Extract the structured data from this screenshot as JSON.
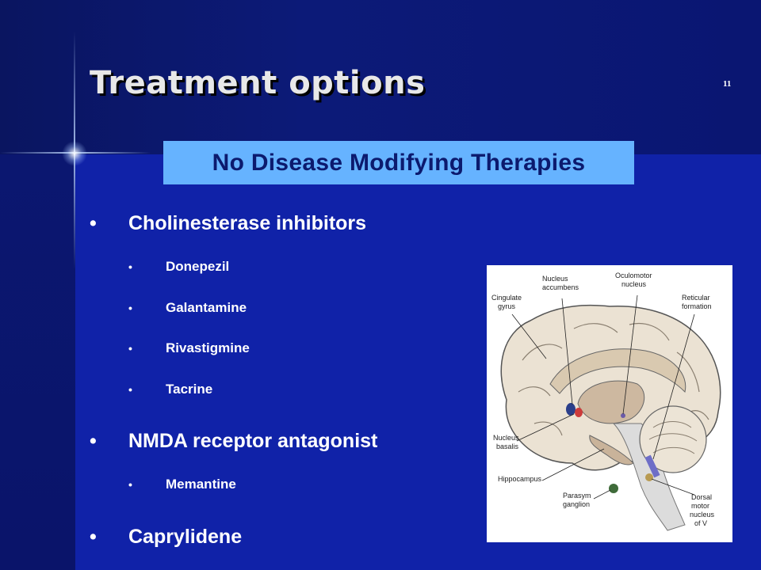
{
  "slide": {
    "title": "Treatment options",
    "slide_number": "11",
    "callout": "No Disease Modifying Therapies"
  },
  "bullets": [
    {
      "text": "Cholinesterase inhibitors",
      "children": [
        "Donepezil",
        "Galantamine",
        "Rivastigmine",
        "Tacrine"
      ]
    },
    {
      "text": "NMDA receptor antagonist",
      "children": [
        "Memantine"
      ]
    },
    {
      "text": "Caprylidene",
      "children": []
    }
  ],
  "figure": {
    "labels": {
      "nucleus_accumbens": [
        "Nucleus",
        "accumbens"
      ],
      "oculomotor_nucleus": [
        "Oculomotor",
        "nucleus"
      ],
      "cingulate_gyrus": [
        "Cingulate",
        "gyrus"
      ],
      "reticular_formation": [
        "Reticular",
        "formation"
      ],
      "nucleus_basalis": [
        "Nucleus",
        "basalis"
      ],
      "hippocampus": [
        "Hippocampus"
      ],
      "parasym_ganglion": [
        "Parasym",
        "ganglion"
      ],
      "dorsal_motor_nucleus": [
        "Dorsal",
        "motor",
        "nucleus",
        "of V"
      ]
    }
  },
  "colors": {
    "background": "#1022a8",
    "callout_bg": "#66b3ff",
    "callout_text": "#0c1a6e",
    "title_text": "#e8e8e8"
  }
}
